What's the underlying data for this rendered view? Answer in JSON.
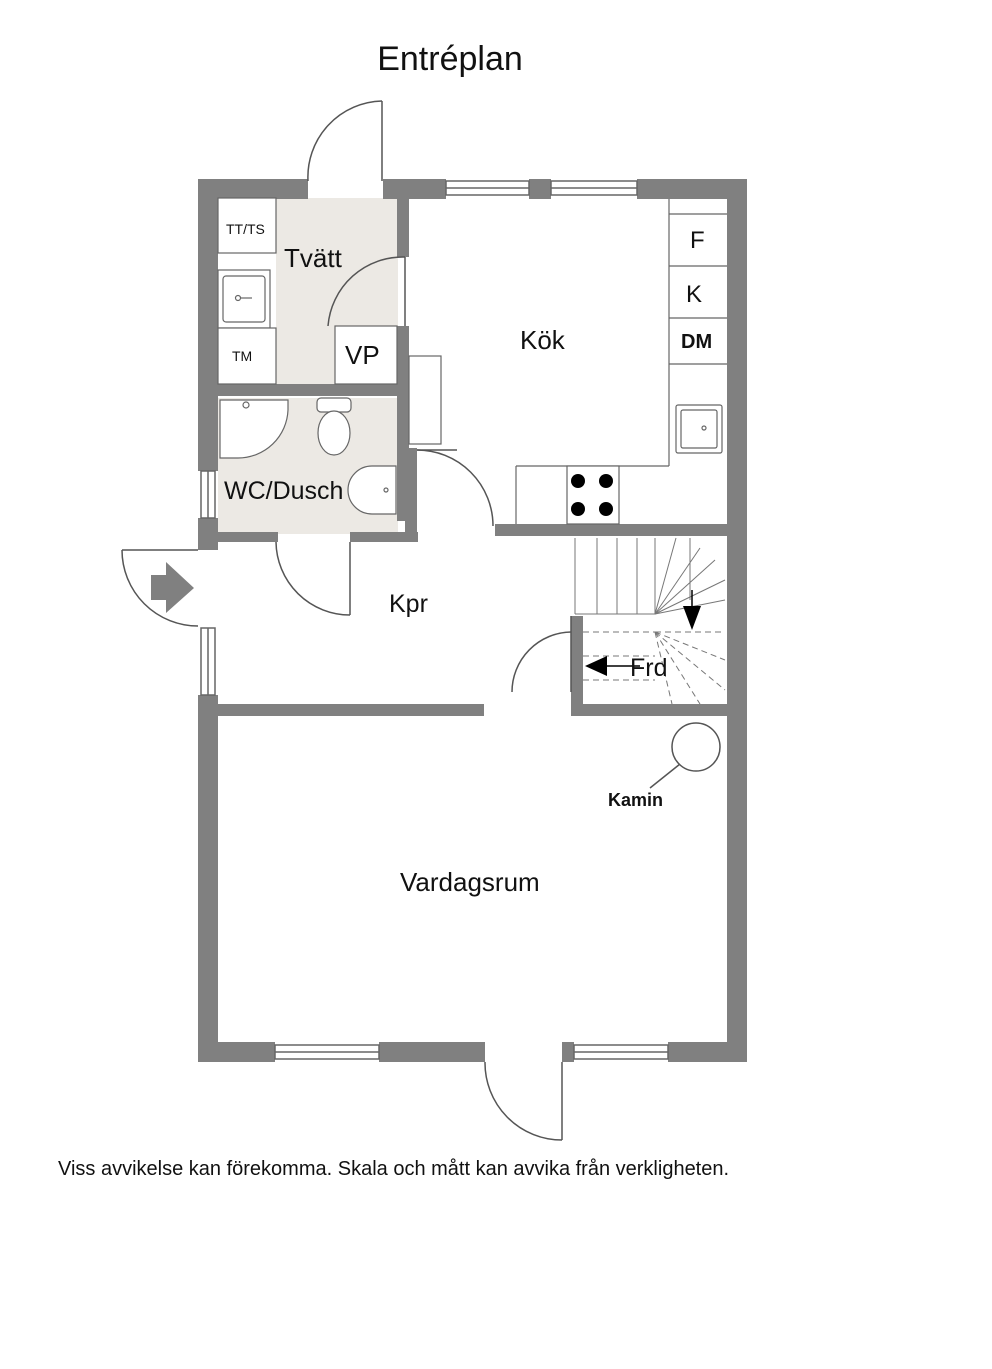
{
  "title": "Entréplan",
  "disclaimer": "Viss avvikelse kan förekomma. Skala och mått kan avvika från verkligheten.",
  "rooms": {
    "tvatt": "Tvätt",
    "kok": "Kök",
    "wc": "WC/Dusch",
    "kpr": "Kpr",
    "frd": "Frd",
    "vardagsrum": "Vardagsrum",
    "vp": "VP"
  },
  "fixtures": {
    "tt_ts": "TT/TS",
    "tm": "TM",
    "fridge": "F",
    "freezer": "K",
    "dishwasher": "DM",
    "kamin": "Kamin"
  },
  "colors": {
    "wall": "#808080",
    "wet_floor": "#ece9e4",
    "line": "#555555"
  }
}
